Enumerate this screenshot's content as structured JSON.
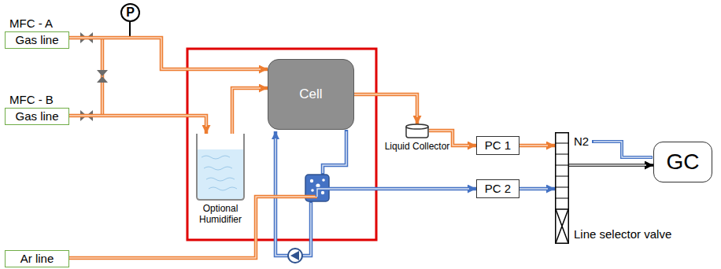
{
  "diagram": {
    "nodes": [
      {
        "text": [
          "MFC - A",
          "Gas line"
        ]
      },
      {
        "text": [
          "P"
        ]
      },
      {
        "text": [
          "MFC - B",
          "Gas line"
        ]
      },
      {
        "text": [
          "Cell"
        ]
      },
      {
        "text": [
          "Optional Humidifier"
        ]
      },
      {
        "text": [
          "Liquid Collector"
        ]
      },
      {
        "text": [
          "PC 1"
        ]
      },
      {
        "text": [
          "PC 2"
        ]
      },
      {
        "text": [
          "Line selector valve"
        ]
      },
      {
        "text": [
          "GC"
        ]
      },
      {
        "text": [
          "Ar line"
        ]
      }
    ],
    "edges": [
      {
        "from": 0,
        "to": 3,
        "arrow": "to"
      },
      {
        "from": 2,
        "to": 4,
        "arrow": "to"
      },
      {
        "from": 4,
        "to": 3,
        "arrow": "to"
      },
      {
        "from": 3,
        "to": 5,
        "arrow": "to"
      },
      {
        "from": 5,
        "to": 6,
        "arrow": "to"
      },
      {
        "from": 6,
        "to": 8,
        "arrow": "to"
      },
      {
        "from": 10,
        "to": 7,
        "arrow": "to"
      },
      {
        "from": 7,
        "to": 8,
        "arrow": "to"
      },
      {
        "from": 8,
        "to": 9,
        "arrow": "to"
      }
    ],
    "labels": [
      "N2"
    ]
  }
}
